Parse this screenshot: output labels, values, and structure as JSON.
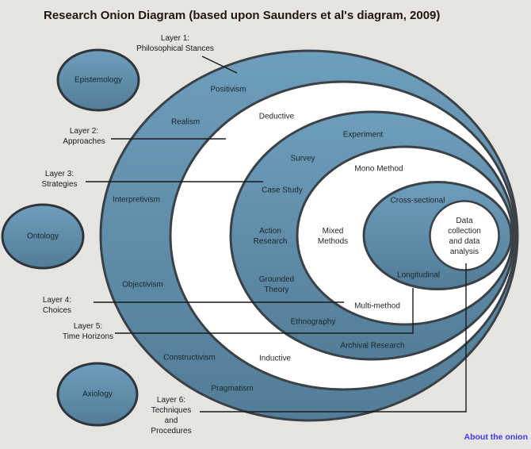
{
  "title": "Research Onion Diagram (based upon Saunders et al's diagram, 2009)",
  "colors": {
    "bg": "#e7e5e2",
    "stroke": "#3a4147",
    "side_stroke": "#2e363c",
    "ring_blue_top": "#6d9ebc",
    "ring_blue_bottom": "#527d98",
    "ring_white": "#ffffff",
    "title_color": "#241510",
    "label_color": "#1d2327",
    "line_color": "#1a1a1a",
    "link_blue": "#3b3bf3"
  },
  "side_ellipses": [
    {
      "label": "Epistemology"
    },
    {
      "label": "Ontology"
    },
    {
      "label": "Axiology"
    }
  ],
  "layers": [
    {
      "label": "Layer 1:\nPhilosophical Stances"
    },
    {
      "label": "Layer 2:\nApproaches"
    },
    {
      "label": "Layer 3:\nStrategies"
    },
    {
      "label": "Layer 4:\nChoices"
    },
    {
      "label": "Layer 5:\nTime Horizons"
    },
    {
      "label": "Layer 6:\nTechniques\nand\nProcedures"
    }
  ],
  "rings": [
    {
      "name": "philosophical-stances",
      "labels": [
        "Positivism",
        "Realism",
        "Interpretivism",
        "Objectivism",
        "Constructivism",
        "Pragmatism"
      ]
    },
    {
      "name": "approaches",
      "labels": [
        "Deductive",
        "Inductive"
      ]
    },
    {
      "name": "strategies",
      "labels": [
        "Experiment",
        "Survey",
        "Case Study",
        "Action\nResearch",
        "Grounded\nTheory",
        "Ethnography",
        "Archival Research"
      ]
    },
    {
      "name": "choices",
      "labels": [
        "Mono Method",
        "Mixed\nMethods",
        "Multi-method"
      ]
    },
    {
      "name": "time-horizons",
      "labels": [
        "Cross-sectional",
        "Longitudinal"
      ]
    },
    {
      "name": "techniques-procedures",
      "labels": [
        "Data\ncollection\nand data\nanalysis"
      ]
    }
  ],
  "footer": {
    "about_link": "About the onion"
  }
}
